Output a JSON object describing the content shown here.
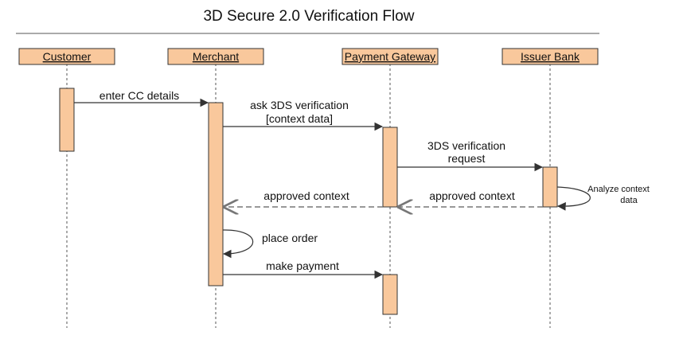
{
  "title": "3D Secure 2.0 Verification Flow",
  "participants": [
    {
      "id": "customer",
      "label": "Customer"
    },
    {
      "id": "merchant",
      "label": "Merchant"
    },
    {
      "id": "gateway",
      "label": "Payment Gateway"
    },
    {
      "id": "issuer",
      "label": "Issuer Bank"
    }
  ],
  "messages": [
    {
      "from": "customer",
      "to": "merchant",
      "style": "solid",
      "lines": [
        "enter CC details"
      ]
    },
    {
      "from": "merchant",
      "to": "gateway",
      "style": "solid",
      "lines": [
        "ask 3DS verification",
        "[context data]"
      ]
    },
    {
      "from": "gateway",
      "to": "issuer",
      "style": "solid",
      "lines": [
        "3DS verification",
        "request"
      ]
    },
    {
      "from": "issuer",
      "to": "issuer",
      "style": "self",
      "lines": [
        "Analyze context",
        "data"
      ]
    },
    {
      "from": "issuer",
      "to": "gateway",
      "style": "dashed",
      "lines": [
        "approved context"
      ]
    },
    {
      "from": "gateway",
      "to": "merchant",
      "style": "dashed",
      "lines": [
        "approved context"
      ]
    },
    {
      "from": "merchant",
      "to": "merchant",
      "style": "self",
      "lines": [
        "place order"
      ]
    },
    {
      "from": "merchant",
      "to": "gateway",
      "style": "solid",
      "lines": [
        "make payment"
      ]
    }
  ],
  "colors": {
    "participant_fill": "#f9c89c",
    "activation_fill": "#f9c89c",
    "line": "#333333",
    "dashed_return": "#777777"
  }
}
